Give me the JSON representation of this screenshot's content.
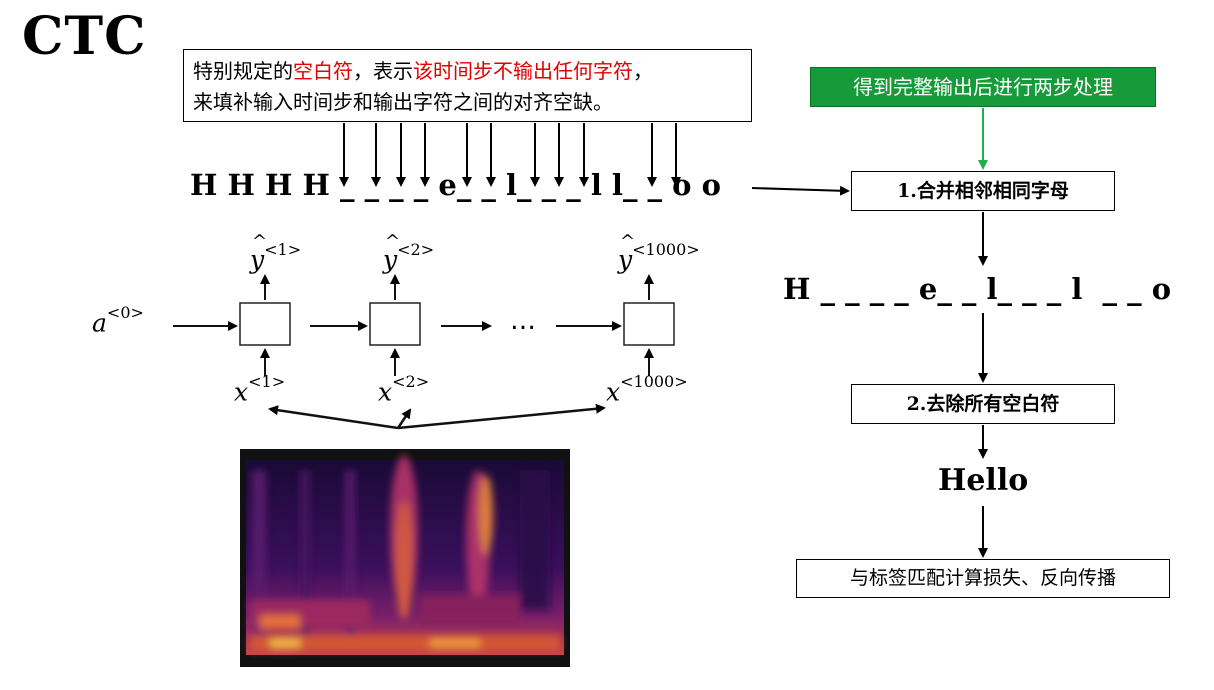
{
  "title": "CTC",
  "note": {
    "line1_a": "特别规定的",
    "line1_b": "空白符",
    "line1_c": "，表示",
    "line1_d": "该时间步不输出任何字符",
    "line1_e": "，",
    "line2": "来填补输入时间步和输出字符之间的对齐空缺。"
  },
  "green_note": "得到完整输出后进行两步处理",
  "sequence_raw": "H H H H _ _ _ _ e_ _ l_ _ _ l l_ _ o o",
  "step1": "1.合并相邻相同字母",
  "sequence_merged": "H _ _ _ _ e_ _ l_ _ _ l  _ _ o",
  "step2": "2.去除所有空白符",
  "result": "Hello",
  "final_step": "与标签匹配计算损失、反向传播",
  "rnn": {
    "a0": "a",
    "a0_sup": "<0>",
    "y1": "y",
    "y1_sup": "<1>",
    "y2": "y",
    "y2_sup": "<2>",
    "yT": "y",
    "yT_sup": "<1000>",
    "x1": "x",
    "x1_sup": "<1>",
    "x2": "x",
    "x2_sup": "<2>",
    "xT": "x",
    "xT_sup": "<1000>",
    "ellipsis": "…"
  },
  "colors": {
    "highlight_red": "#e00000",
    "green_box": "#179a3a"
  }
}
